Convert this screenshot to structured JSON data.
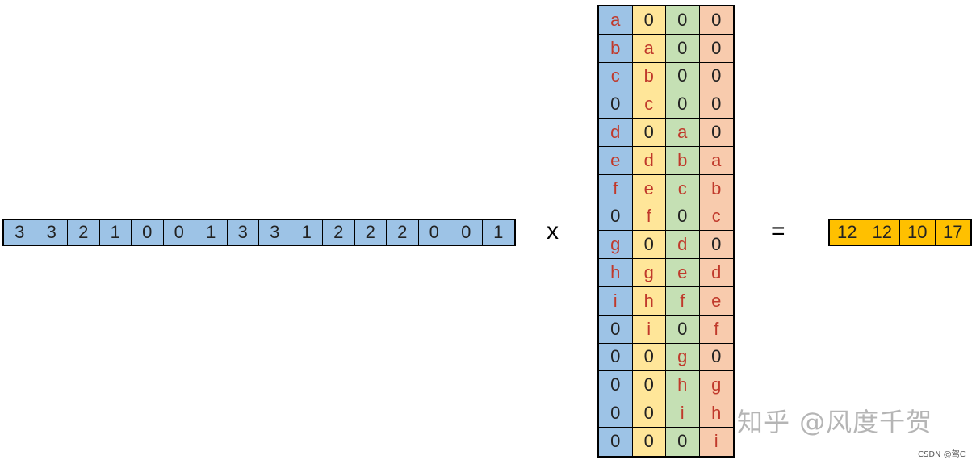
{
  "input_vector": [
    "3",
    "3",
    "2",
    "1",
    "0",
    "0",
    "1",
    "3",
    "3",
    "1",
    "2",
    "2",
    "2",
    "0",
    "0",
    "1"
  ],
  "operators": {
    "times": "x",
    "equals": "="
  },
  "matrix": [
    [
      "a",
      "0",
      "0",
      "0"
    ],
    [
      "b",
      "a",
      "0",
      "0"
    ],
    [
      "c",
      "b",
      "0",
      "0"
    ],
    [
      "0",
      "c",
      "0",
      "0"
    ],
    [
      "d",
      "0",
      "a",
      "0"
    ],
    [
      "e",
      "d",
      "b",
      "a"
    ],
    [
      "f",
      "e",
      "c",
      "b"
    ],
    [
      "0",
      "f",
      "0",
      "c"
    ],
    [
      "g",
      "0",
      "d",
      "0"
    ],
    [
      "h",
      "g",
      "e",
      "d"
    ],
    [
      "i",
      "h",
      "f",
      "e"
    ],
    [
      "0",
      "i",
      "0",
      "f"
    ],
    [
      "0",
      "0",
      "g",
      "0"
    ],
    [
      "0",
      "0",
      "h",
      "g"
    ],
    [
      "0",
      "0",
      "i",
      "h"
    ],
    [
      "0",
      "0",
      "0",
      "i"
    ]
  ],
  "matrix_column_colors": [
    "#9dc3e6",
    "#ffe699",
    "#c5e0b4",
    "#f8cbad"
  ],
  "output_vector": [
    "12",
    "12",
    "10",
    "17"
  ],
  "colors": {
    "input_fill": "#9dc3e6",
    "output_fill": "#ffc000",
    "letter_text": "#c0392b",
    "zero_text": "#222222"
  },
  "watermark": {
    "main": "知乎 @风度千贺",
    "small": "CSDN @驾C"
  }
}
